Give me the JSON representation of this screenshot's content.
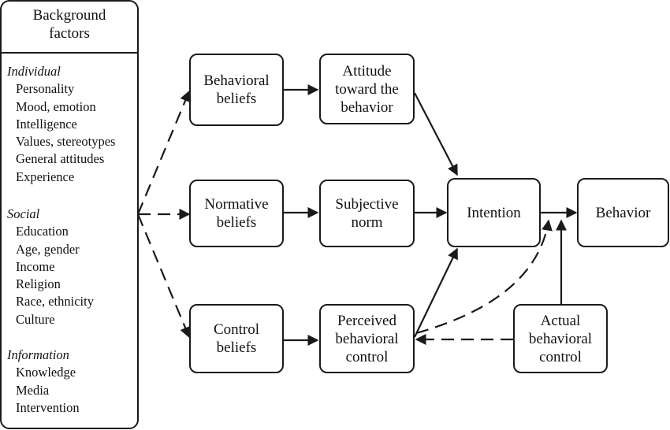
{
  "background": {
    "title_line1": "Background",
    "title_line2": "factors",
    "groups": [
      {
        "title": "Individual",
        "items": [
          "Personality",
          "Mood, emotion",
          "Intelligence",
          "Values, stereotypes",
          "General attitudes",
          "Experience"
        ]
      },
      {
        "title": "Social",
        "items": [
          "Education",
          "Age, gender",
          "Income",
          "Religion",
          "Race, ethnicity",
          "Culture"
        ]
      },
      {
        "title": "Information",
        "items": [
          "Knowledge",
          "Media",
          "Intervention"
        ]
      }
    ]
  },
  "nodes": {
    "behavioral_beliefs": [
      "Behavioral",
      "beliefs"
    ],
    "normative_beliefs": [
      "Normative",
      "beliefs"
    ],
    "control_beliefs": [
      "Control",
      "beliefs"
    ],
    "attitude": [
      "Attitude",
      "toward the",
      "behavior"
    ],
    "subjective_norm": [
      "Subjective",
      "norm"
    ],
    "perceived_control": [
      "Perceived",
      "behavioral",
      "control"
    ],
    "intention": [
      "Intention"
    ],
    "behavior": [
      "Behavior"
    ],
    "actual_control": [
      "Actual",
      "behavioral",
      "control"
    ]
  },
  "colors": {
    "stroke": "#1a1a1a",
    "background": "#ffffff"
  }
}
